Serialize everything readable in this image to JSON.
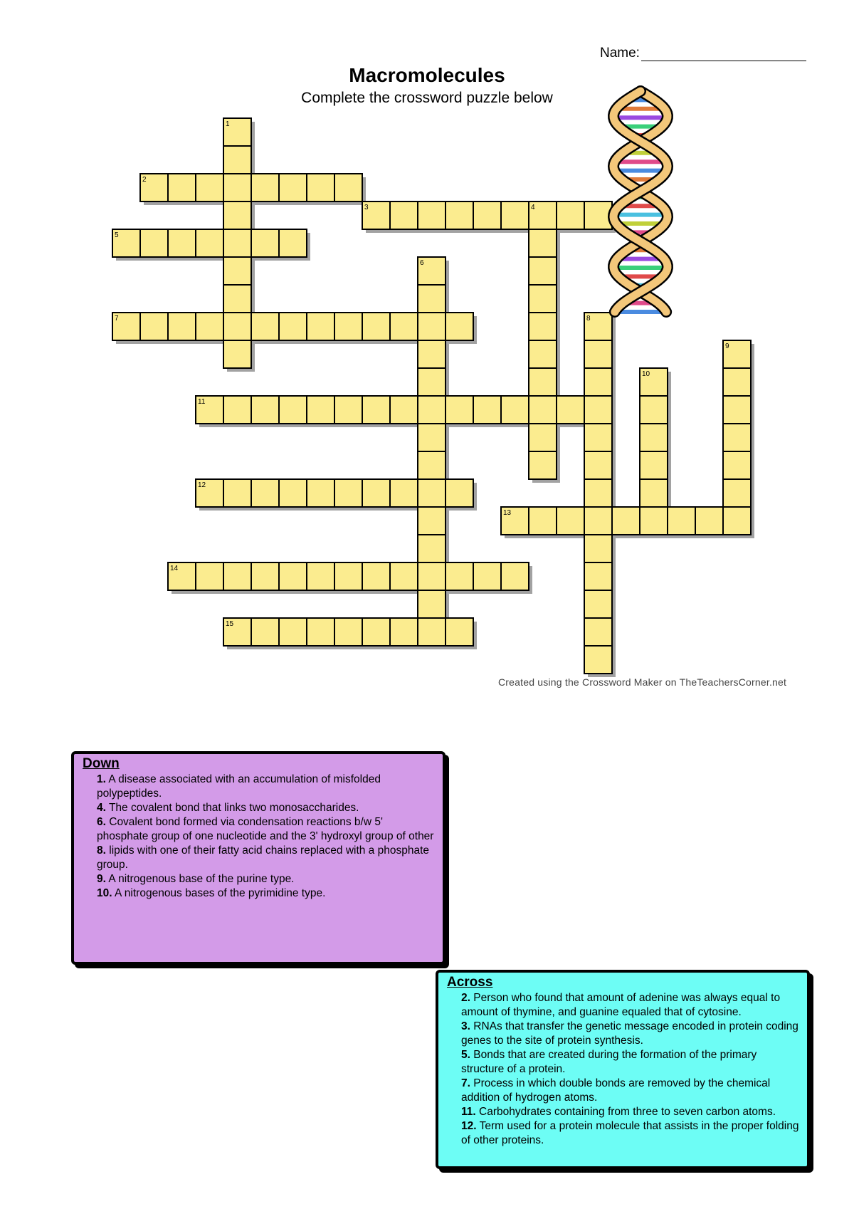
{
  "header": {
    "name_label": "Name:",
    "title": "Macromolecules",
    "subtitle": "Complete the crossword puzzle below"
  },
  "credit": "Created using the Crossword Maker on TheTeachersCorner.net",
  "puzzle": {
    "words": [
      {
        "num": "1",
        "dir": "down",
        "row": 0,
        "col": 4,
        "len": 9
      },
      {
        "num": "2",
        "dir": "across",
        "row": 2,
        "col": 1,
        "len": 8
      },
      {
        "num": "3",
        "dir": "across",
        "row": 3,
        "col": 9,
        "len": 9
      },
      {
        "num": "4",
        "dir": "down",
        "row": 3,
        "col": 15,
        "len": 10
      },
      {
        "num": "5",
        "dir": "across",
        "row": 4,
        "col": 0,
        "len": 7
      },
      {
        "num": "6",
        "dir": "down",
        "row": 5,
        "col": 11,
        "len": 14
      },
      {
        "num": "7",
        "dir": "across",
        "row": 7,
        "col": 0,
        "len": 13
      },
      {
        "num": "8",
        "dir": "down",
        "row": 7,
        "col": 17,
        "len": 13
      },
      {
        "num": "9",
        "dir": "down",
        "row": 8,
        "col": 22,
        "len": 7
      },
      {
        "num": "10",
        "dir": "down",
        "row": 9,
        "col": 19,
        "len": 6
      },
      {
        "num": "11",
        "dir": "across",
        "row": 10,
        "col": 3,
        "len": 15
      },
      {
        "num": "12",
        "dir": "across",
        "row": 13,
        "col": 3,
        "len": 10
      },
      {
        "num": "13",
        "dir": "across",
        "row": 14,
        "col": 14,
        "len": 9
      },
      {
        "num": "14",
        "dir": "across",
        "row": 16,
        "col": 2,
        "len": 13
      },
      {
        "num": "15",
        "dir": "across",
        "row": 18,
        "col": 4,
        "len": 9
      }
    ]
  },
  "down": {
    "heading": "Down",
    "clues": [
      {
        "num": "1.",
        "text": "A disease associated with an accumulation of misfolded polypeptides."
      },
      {
        "num": "4.",
        "text": "The covalent bond that links two monosaccharides."
      },
      {
        "num": "6.",
        "text": "Covalent bond formed via condensation reactions b/w 5' phosphate group of one nucleotide and the 3' hydroxyl group of other"
      },
      {
        "num": "8.",
        "text": "lipids with one of their fatty acid chains replaced with a phosphate group."
      },
      {
        "num": "9.",
        "text": "A nitrogenous base of the purine type."
      },
      {
        "num": "10.",
        "text": "A nitrogenous bases of the pyrimidine type."
      }
    ]
  },
  "across": {
    "heading": "Across",
    "clues": [
      {
        "num": "2.",
        "text": "Person who found that amount of adenine was always equal to amount of thymine, and guanine equaled that of cytosine."
      },
      {
        "num": "3.",
        "text": "RNAs that transfer the genetic message encoded in protein coding genes to the site of protein synthesis."
      },
      {
        "num": "5.",
        "text": "Bonds that are created during the formation of the primary structure of a protein."
      },
      {
        "num": "7.",
        "text": "Process in which double bonds are removed by the chemical addition of hydrogen atoms."
      },
      {
        "num": "11.",
        "text": "Carbohydrates containing from three to seven carbon atoms."
      },
      {
        "num": "12.",
        "text": "Term used for a protein molecule that assists in the proper folding of other proteins."
      }
    ]
  },
  "illustration": {
    "icon": "dna-double-helix-icon"
  },
  "colors": {
    "cell": "#fbec8f",
    "down_box": "#d39be8",
    "across_box": "#6dfdf5"
  }
}
